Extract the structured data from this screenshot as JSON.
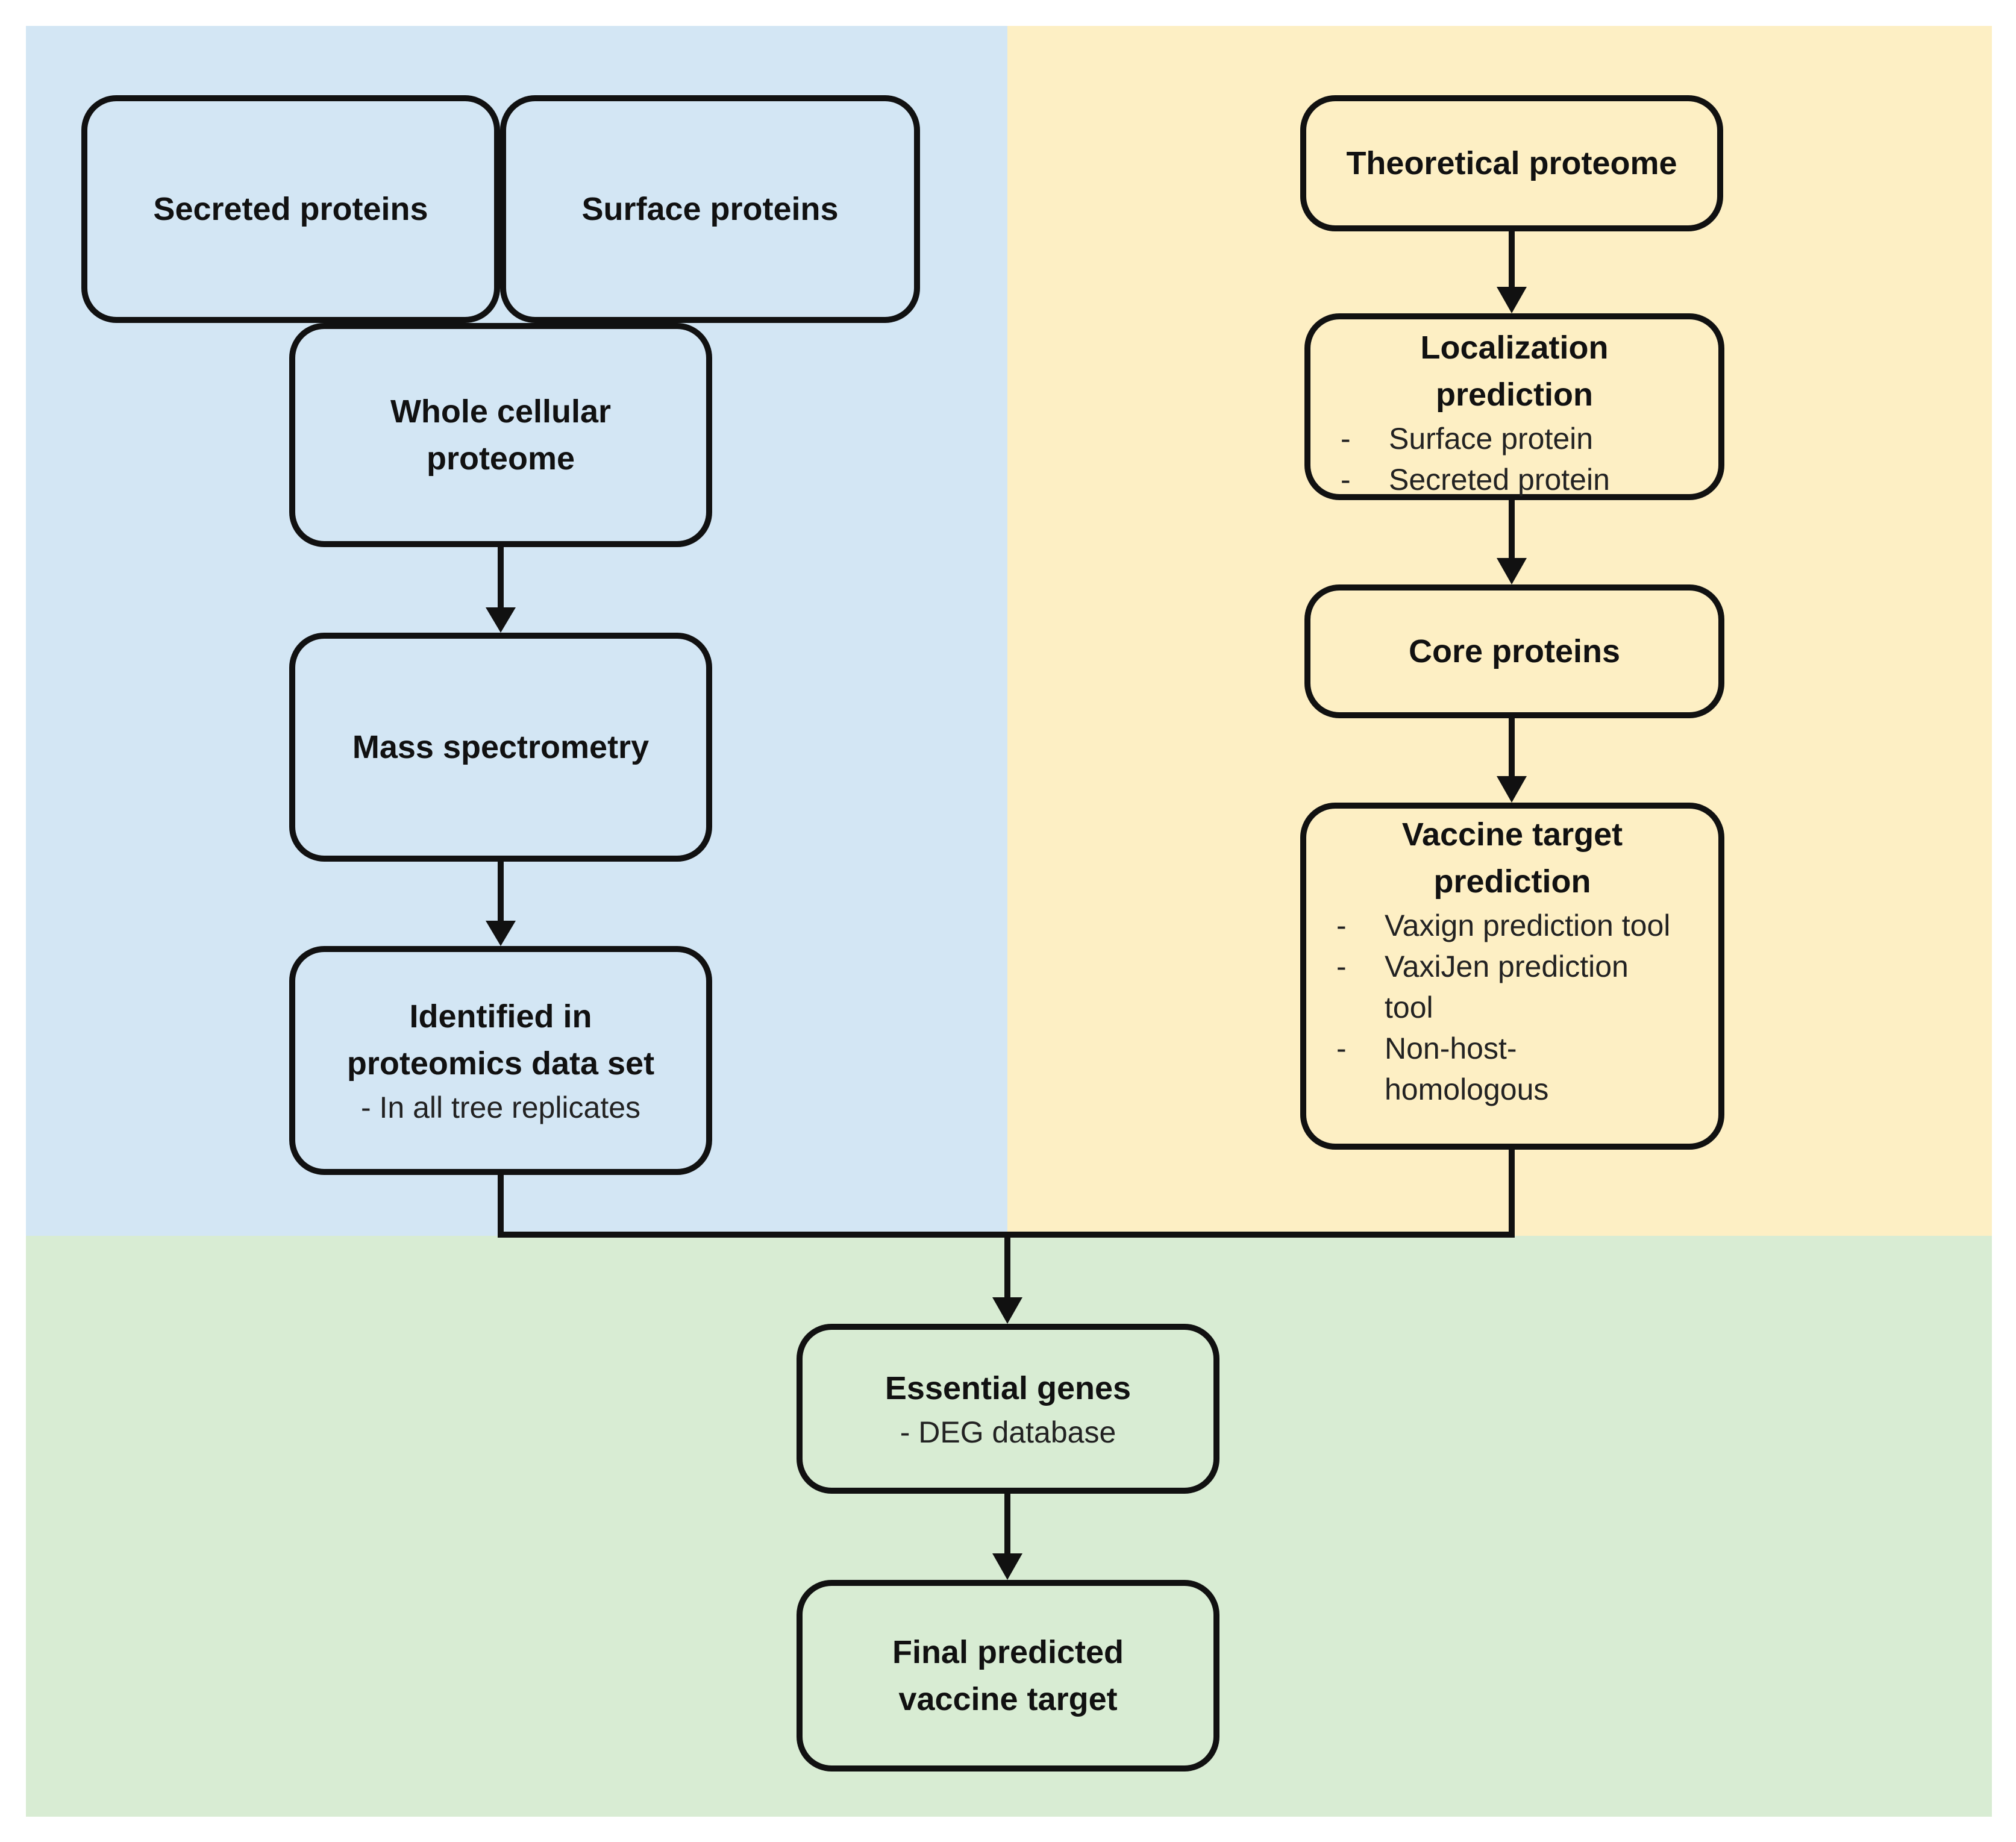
{
  "nodes": {
    "secreted": {
      "title": "Secreted proteins"
    },
    "surface": {
      "title": "Surface proteins"
    },
    "whole": {
      "title": "Whole cellular proteome"
    },
    "mass": {
      "title": "Mass spectrometry"
    },
    "identified": {
      "title": "Identified in proteomics data set",
      "sub": "- In all tree replicates"
    },
    "theoretical": {
      "title": "Theoretical proteome"
    },
    "localization": {
      "title": "Localization prediction",
      "bullets": [
        "Surface protein",
        "Secreted protein"
      ]
    },
    "core": {
      "title": "Core proteins"
    },
    "vaccine": {
      "title": "Vaccine target prediction",
      "bullets": [
        "Vaxign prediction tool",
        "VaxiJen prediction tool",
        "Non-host-homologous"
      ]
    },
    "essential": {
      "title": "Essential genes",
      "sub": "- DEG database"
    },
    "final": {
      "title": "Final predicted vaccine target"
    }
  },
  "bullet_dash": "-",
  "colors": {
    "blue_panel": "#d3e6f4",
    "yellow_panel": "#fdefc4",
    "green_panel": "#d8ecd3",
    "stroke": "#111111"
  }
}
